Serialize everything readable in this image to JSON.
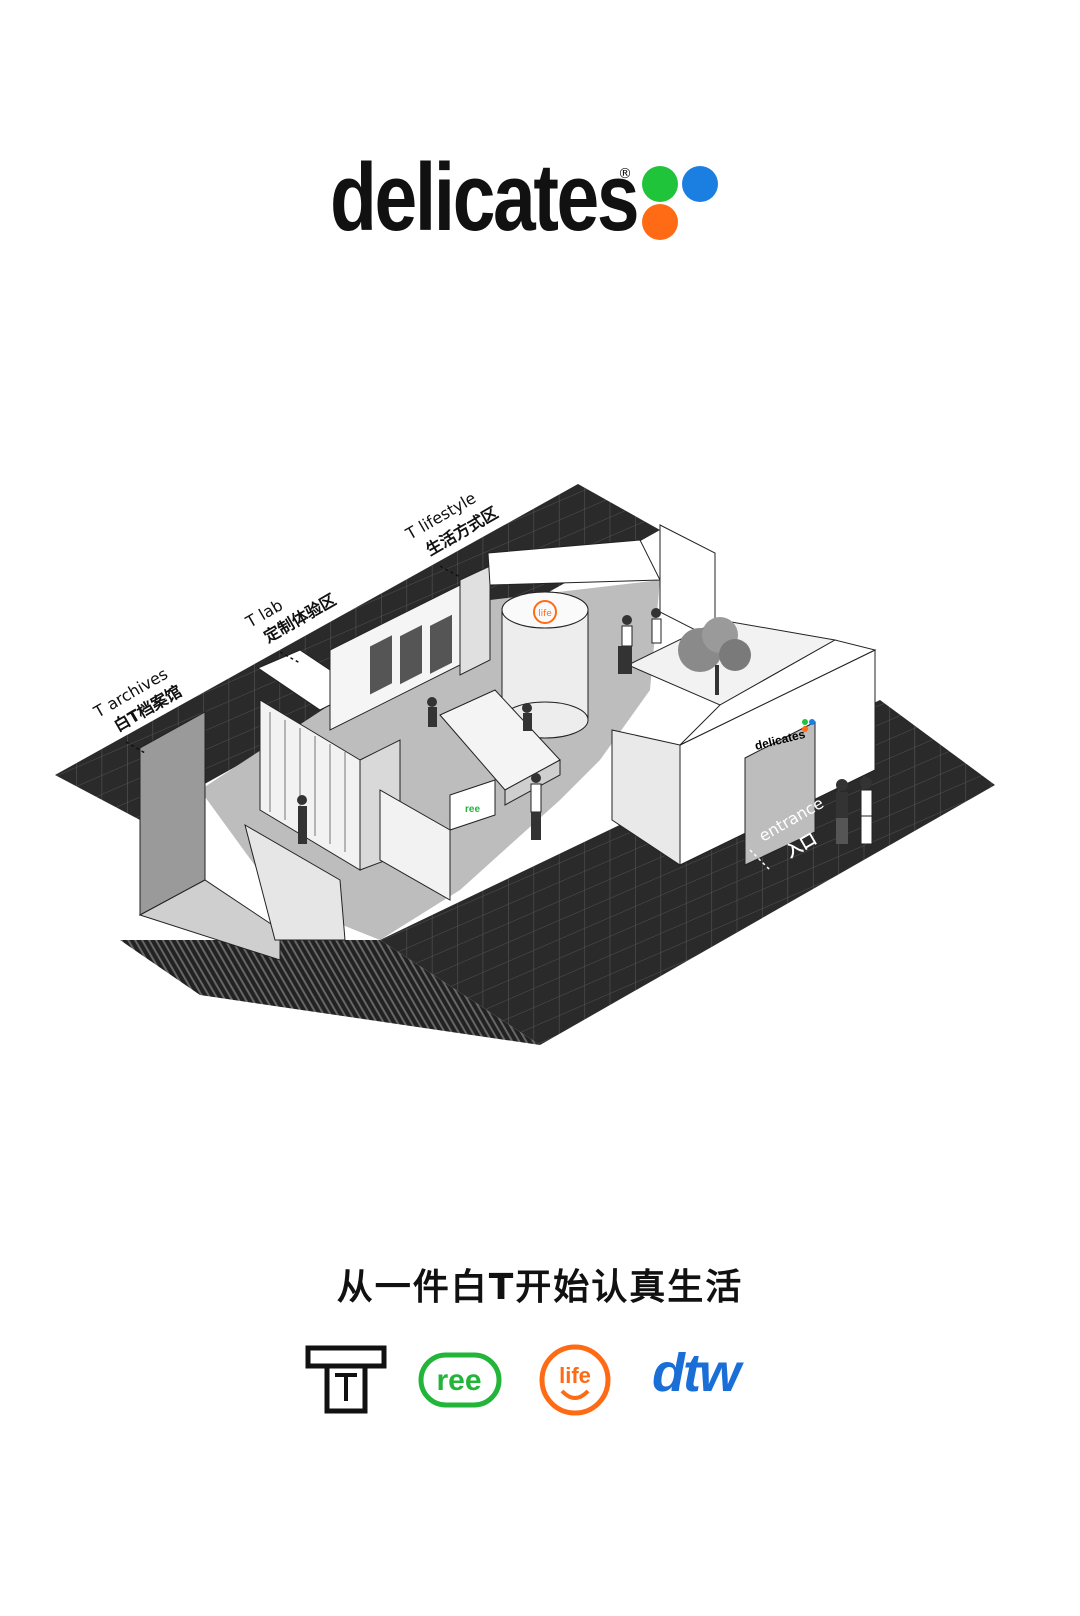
{
  "brand": {
    "name": "delicates",
    "registered": "®",
    "dot_colors": {
      "green": "#20c43a",
      "blue": "#1a7fe0",
      "orange": "#ff6a14"
    }
  },
  "plan": {
    "zones": [
      {
        "en": "T archives",
        "zh": "白T档案馆"
      },
      {
        "en": "T lab",
        "zh": "定制体验区"
      },
      {
        "en": "T lifestyle",
        "zh": "生活方式区"
      },
      {
        "en": "entrance",
        "zh": "入口"
      }
    ],
    "store_sign": "delicates",
    "drum_logo": "life",
    "ree_sign": "ree"
  },
  "tagline": "从一件白T开始认真生活",
  "sub_brands": [
    {
      "name": "T",
      "icon": "t-box-icon",
      "color": "#111111"
    },
    {
      "name": "ree",
      "icon": "ree-icon",
      "color": "#22b53a"
    },
    {
      "name": "life",
      "icon": "life-icon",
      "color": "#ff6a14"
    },
    {
      "name": "dtw",
      "icon": "dtw-icon",
      "color": "#1a6fd6"
    }
  ]
}
